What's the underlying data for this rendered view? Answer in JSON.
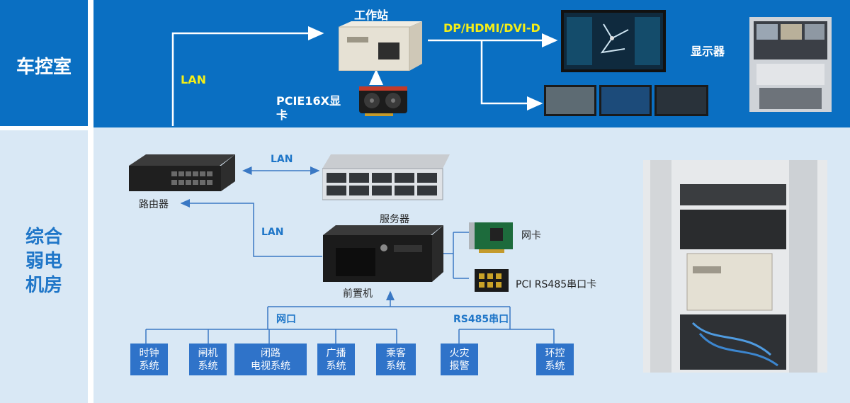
{
  "sections": {
    "top_label": "车控室",
    "bottom_label_lines": [
      "综合",
      "弱电",
      "机房"
    ]
  },
  "top": {
    "workstation": "工作站",
    "video_signal": "DP/HDMI/DVI-D",
    "display": "显示器",
    "lan": "LAN",
    "gpu_line1": "PCIE16X显",
    "gpu_line2": "卡"
  },
  "bottom": {
    "lan_router_server": "LAN",
    "router": "路由器",
    "server": "服务器",
    "lan_router_fep": "LAN",
    "fep": "前置机",
    "nic": "网卡",
    "serial_card": "PCI RS485串口卡",
    "network_port": "网口",
    "rs485_port": "RS485串口",
    "systems": [
      {
        "line1": "时钟",
        "line2": "系统"
      },
      {
        "line1": "闸机",
        "line2": "系统"
      },
      {
        "line1": "闭路",
        "line2": "电视系统"
      },
      {
        "line1": "广播",
        "line2": "系统"
      },
      {
        "line1": "乘客",
        "line2": "系统"
      },
      {
        "line1": "火灾",
        "line2": "报警"
      },
      {
        "line1": "环控",
        "line2": "系统"
      }
    ]
  },
  "colors": {
    "top_band": "#0a6fc2",
    "bottom_band": "#d9e8f5",
    "box_blue": "#2f73c9",
    "label_blue": "#1f76c8",
    "yellow": "#f4ee18"
  }
}
